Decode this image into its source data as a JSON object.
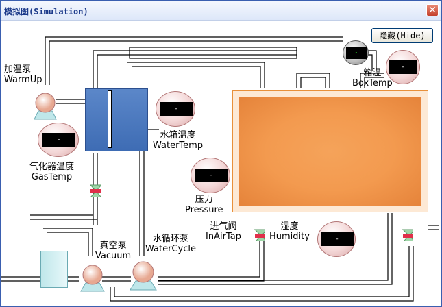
{
  "window": {
    "title": "模拟图(Simulation)",
    "close_glyph": "✕"
  },
  "hide_button": {
    "label": "隐藏(Hide)"
  },
  "labels": {
    "warmup_cn": "加温泵",
    "warmup_en": "WarmUp",
    "gastemp_cn": "气化器温度",
    "gastemp_en": "GasTemp",
    "watertemp_cn": "水箱温度",
    "watertemp_en": "WaterTemp",
    "pressure_cn": "压力",
    "pressure_en": "Pressure",
    "inairtap_cn": "进气阀",
    "inairtap_en": "InAirTap",
    "humidity_cn": "湿度",
    "humidity_en": "Humidity",
    "boxtemp_cn": "箱温",
    "boxtemp_en": "BoxTemp",
    "vacuum_cn": "真空泵",
    "vacuum_en": "Vacuum",
    "watercycle_cn": "水循环泵",
    "watercycle_en": "WaterCycle"
  },
  "readings": {
    "gastemp": "-",
    "watertemp": "-",
    "pressure": "-",
    "humidity": "-",
    "boxtemp": "-",
    "top_gauge": "-"
  },
  "colors": {
    "chamber": "#f39a4f",
    "tank": "#3e6cb4",
    "valve": "#e0304a",
    "pipe": "#000000"
  }
}
